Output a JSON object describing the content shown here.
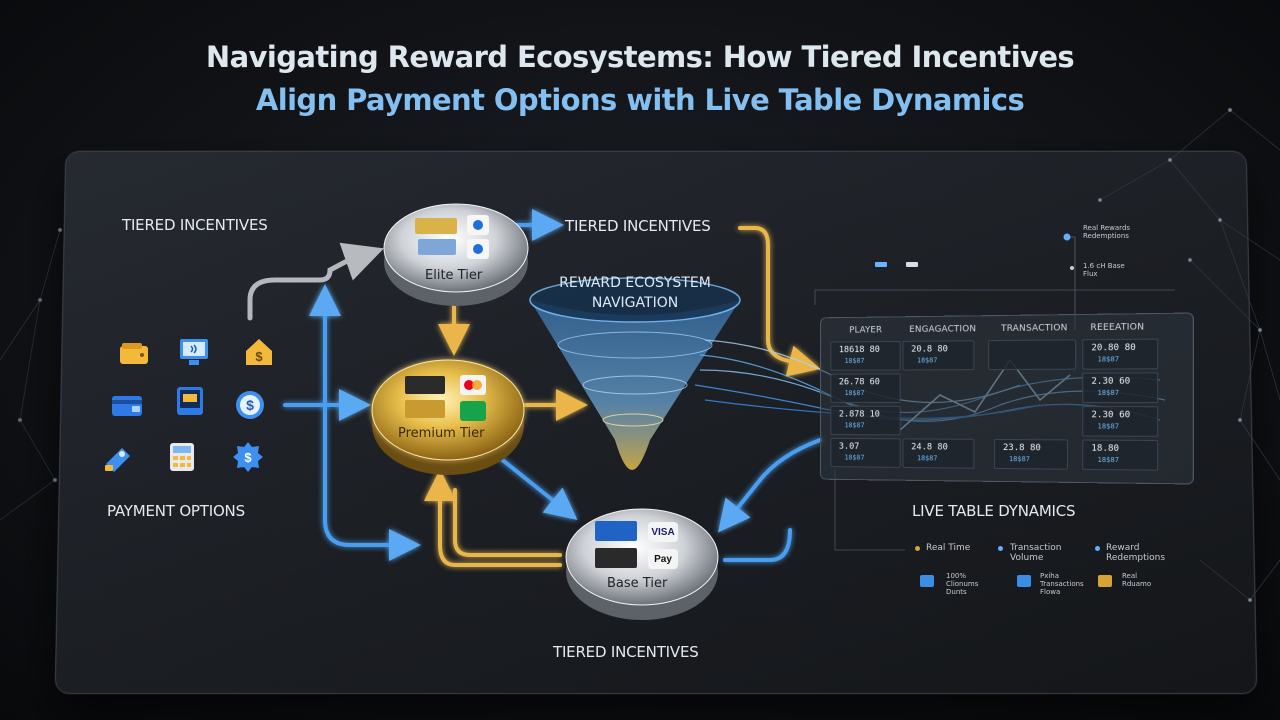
{
  "title": {
    "line1": "Navigating Reward Ecosystems: How Tiered Incentives",
    "line2": "Align Payment Options with Live Table Dynamics"
  },
  "sections": {
    "tiered_incentives_left": "TIERED INCENTIVES",
    "tiered_incentives_top": "TIERED INCENTIVES",
    "tiered_incentives_bottom": "TIERED INCENTIVES",
    "payment_options": "PAYMENT OPTIONS",
    "live_table_dynamics": "LIVE TABLE DYNAMICS"
  },
  "tiers": {
    "elite": "Elite Tier",
    "premium": "Premium Tier",
    "base": "Base Tier"
  },
  "funnel": {
    "line1": "REWARD ECOSYSTEM",
    "line2": "NAVIGATION"
  },
  "payment_icons": [
    "wallet-icon",
    "contactless-terminal-icon",
    "home-dollar-icon",
    "card-wallet-icon",
    "mobile-payment-icon",
    "dollar-coin-icon",
    "card-tap-icon",
    "calculator-icon",
    "dollar-badge-icon"
  ],
  "brands": {
    "visa": "VISA",
    "apple_pay": "Pay"
  },
  "live_table": {
    "headers": [
      "PLAYER",
      "ENGAGACTION",
      "TRANSACTION",
      "REEEATION"
    ],
    "rows": [
      [
        {
          "v": "18618 80",
          "s": "18$87"
        },
        {
          "v": "20.8 80",
          "s": "18$87"
        },
        {
          "v": "",
          "s": ""
        },
        {
          "v": "20.80 80",
          "s": "18$87"
        }
      ],
      [
        {
          "v": "26.78 60",
          "s": "18$87"
        },
        {
          "v": "",
          "s": ""
        },
        {
          "v": "",
          "s": ""
        },
        {
          "v": "2.30 60",
          "s": "18$87"
        }
      ],
      [
        {
          "v": "2.878 10",
          "s": "18$87"
        },
        {
          "v": "",
          "s": ""
        },
        {
          "v": "",
          "s": ""
        },
        {
          "v": "2.30 60",
          "s": "18$87"
        }
      ],
      [
        {
          "v": "3.07",
          "s": "18$87"
        },
        {
          "v": "24.8 80",
          "s": "18$87"
        },
        {
          "v": "23.8 80",
          "s": "18$87"
        },
        {
          "v": "18.80",
          "s": "18$87"
        }
      ]
    ]
  },
  "top_annotations": {
    "a1": "Real Rewards Redemptions",
    "a2": "1.6 cH Base Flux"
  },
  "legend": {
    "real_time": "Real Time",
    "transaction_volume": "Transaction Volume",
    "reward_redemptions": "Reward Redemptions",
    "item1": "100% Clionums Dunts",
    "item2": "Pxiha Transactions Flowa",
    "item3": "Real Rduamo"
  },
  "colors": {
    "blue_flow": "#4a9ef0",
    "gold_flow": "#e8b64c",
    "grey_flow": "#b8bcc2",
    "legend_gold": "#d8a234",
    "legend_blue": "#3b8ee8"
  }
}
